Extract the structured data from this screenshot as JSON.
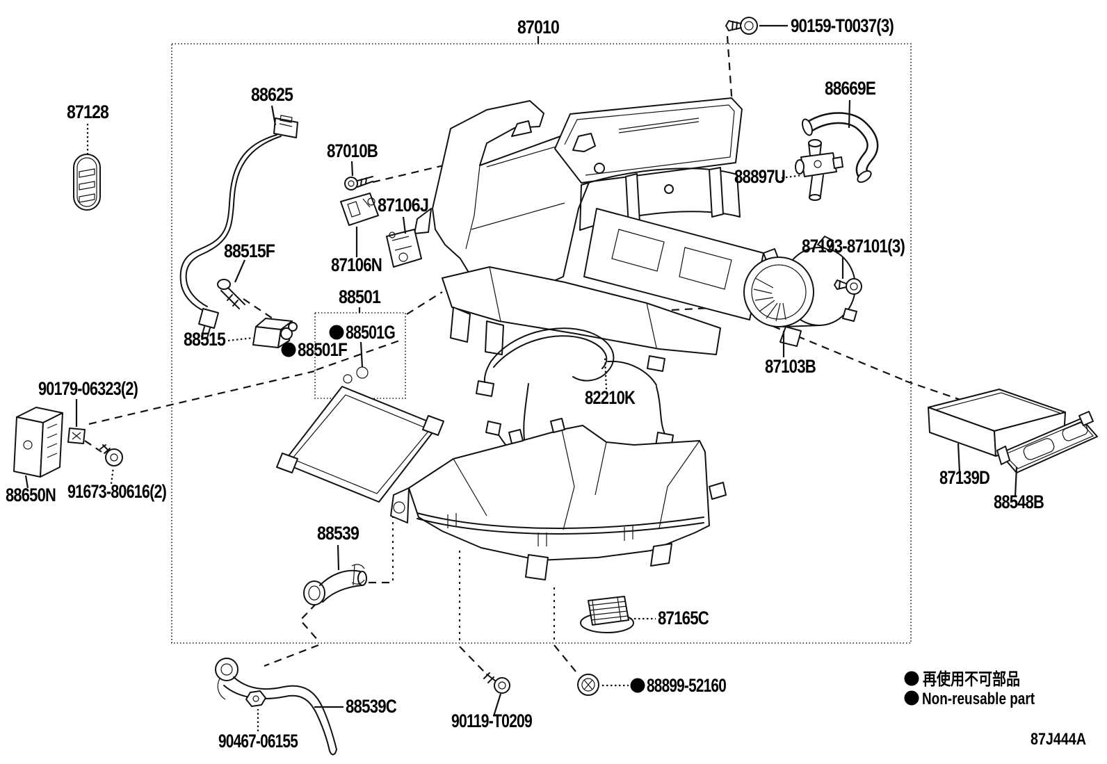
{
  "diagram": {
    "drawing_code": "87J444A",
    "legend_jp": "再使用不可部品",
    "legend_en": "Non-reusable part",
    "labels": {
      "p87010": "87010",
      "p90159": "90159-T0037(3)",
      "p87128": "87128",
      "p88625": "88625",
      "p87010B": "87010B",
      "p87106J": "87106J",
      "p87106N": "87106N",
      "p88669E": "88669E",
      "p88897U": "88897U",
      "p88515F": "88515F",
      "p88515": "88515",
      "p88501": "88501",
      "p88501G": "88501G",
      "p88501F": "88501F",
      "p87193": "87193-87101(3)",
      "p87103B": "87103B",
      "p82210K": "82210K",
      "p90179": "90179-06323(2)",
      "p88650N": "88650N",
      "p91673": "91673-80616(2)",
      "p88539": "88539",
      "p87139D": "87139D",
      "p88548B": "88548B",
      "p87165C": "87165C",
      "p88539C": "88539C",
      "p90467": "90467-06155",
      "p90119": "90119-T0209",
      "p88899": "88899-52160"
    }
  }
}
